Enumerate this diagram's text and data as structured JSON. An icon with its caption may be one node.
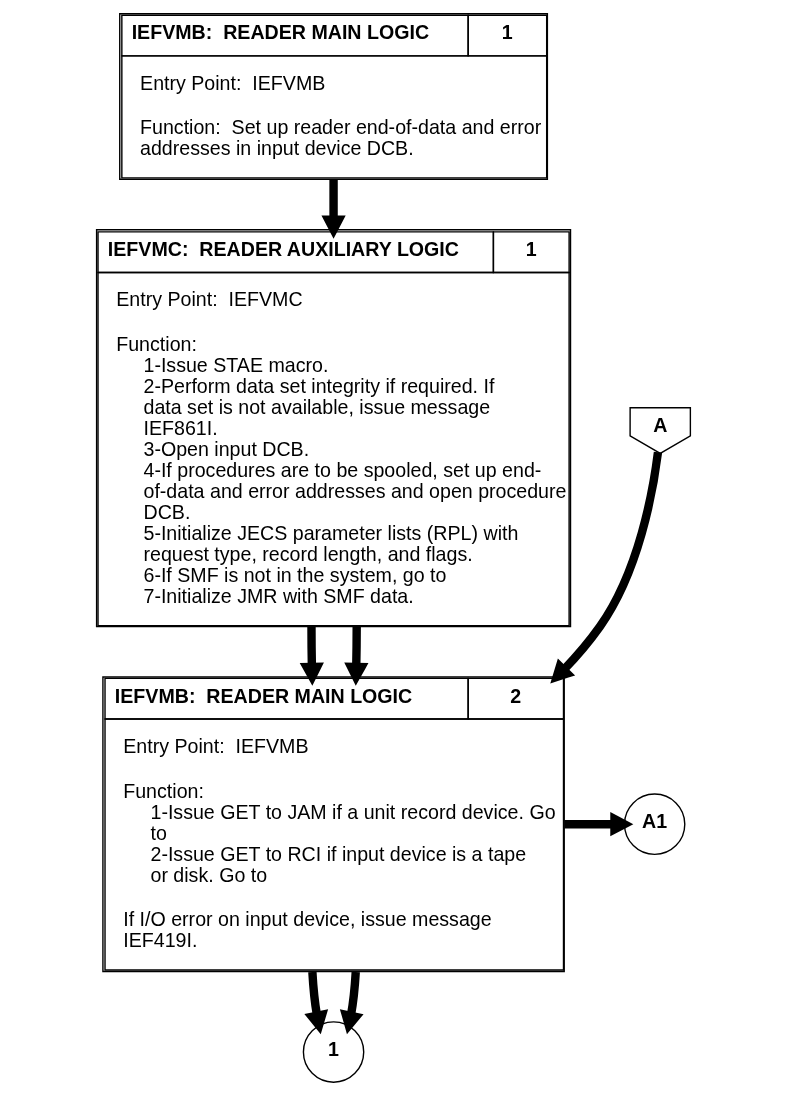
{
  "diagram": {
    "nodes": [
      {
        "text": [
          "IEFVMB:  READER MAIN LOGIC",
          "1",
          "Entry Point:  IEFVMB",
          "Function:  Set up reader end-of-data and error addresses in input device DCB."
        ]
      },
      {
        "text": [
          "IEFVMC:  READER AUXILIARY LOGIC",
          "1",
          "Entry Point:  IEFVMC",
          "Function:",
          "1-Issue STAE macro.",
          "2-Perform data set integrity if required. If data set is not available, issue message IEF861I.",
          "3-Open input DCB.",
          "4-If procedures are to be spooled, set up end-of-data and error addresses and open procedure DCB.",
          "5-Initialize JECS parameter lists (RPL) with request type, record length, and flags.",
          "6-If SMF is not in the system, go to",
          "7-Initialize JMR with SMF data."
        ]
      },
      {
        "text": [
          "A"
        ]
      },
      {
        "text": [
          "IEFVMB:  READER MAIN LOGIC",
          "2",
          "Entry Point:  IEFVMB",
          "Function:",
          "1-Issue GET to JAM if a unit record device. Go to",
          "2-Issue GET to RCI if input device is a tape or disk. Go to",
          "If I/O error on input device, issue message IEF419I."
        ]
      },
      {
        "text": [
          "A1"
        ]
      },
      {
        "text": [
          "1"
        ]
      }
    ],
    "edges": [
      {
        "from": 0,
        "to": 1,
        "arrow": "to"
      },
      {
        "from": 1,
        "to": 3,
        "arrow": "to"
      },
      {
        "from": 1,
        "to": 3,
        "arrow": "to"
      },
      {
        "from": 2,
        "to": 3,
        "arrow": "to"
      },
      {
        "from": 3,
        "to": 4,
        "arrow": "to"
      },
      {
        "from": 3,
        "to": 5,
        "arrow": "to"
      },
      {
        "from": 3,
        "to": 5,
        "arrow": "to"
      }
    ]
  }
}
